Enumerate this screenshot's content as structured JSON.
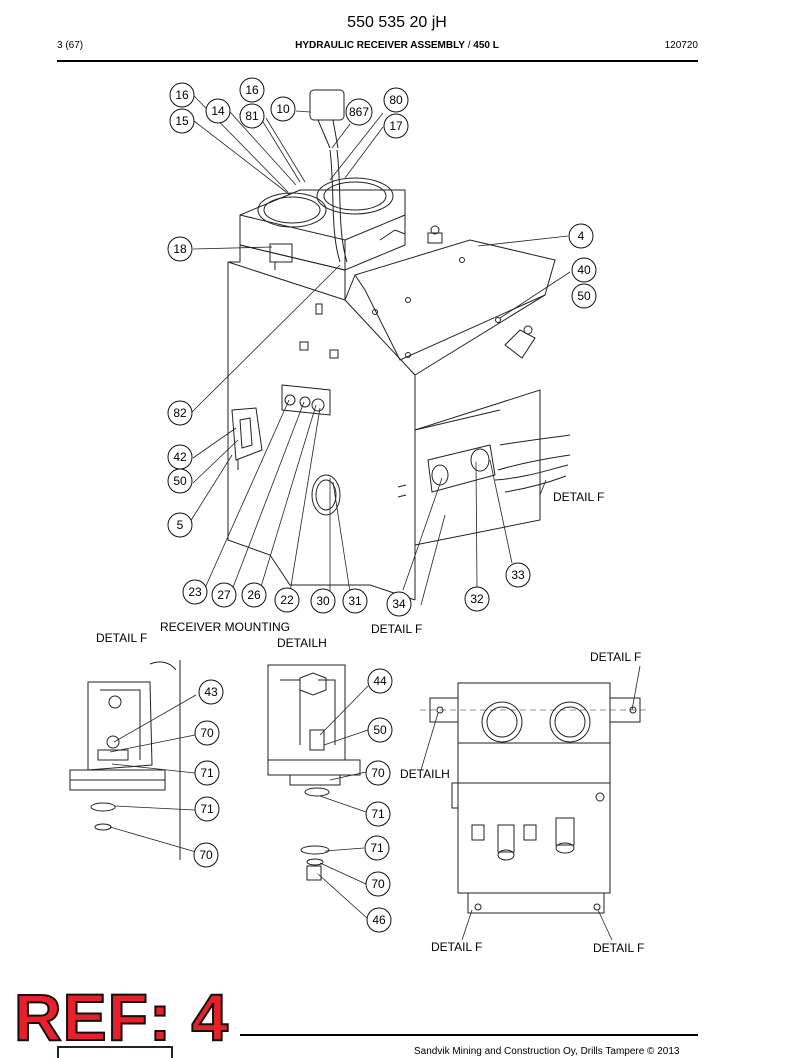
{
  "header": {
    "title": "550 535 20 jH",
    "page": "3 (67)",
    "subtitle_bold": "HYDRAULIC RECEIVER ASSEMBLY",
    "subtitle_sep": " / ",
    "subtitle_end": "450 L",
    "code": "120720"
  },
  "ref_label": "REF: 4",
  "footer_text": "Sandvik Mining and Construction Oy, Drills Tampere © 2013",
  "labels": {
    "detail_f": "DETAIL F",
    "receiver_mounting": "RECEIVER MOUNTING",
    "detail_h": "DETAILH"
  },
  "callouts": {
    "c16a": "16",
    "c15": "15",
    "c14": "14",
    "c16b": "16",
    "c81": "81",
    "c10": "10",
    "c867": "867",
    "c80": "80",
    "c17": "17",
    "c18": "18",
    "c4": "4",
    "c40": "40",
    "c50a": "50",
    "c82": "82",
    "c42": "42",
    "c50b": "50",
    "c5": "5",
    "c23": "23",
    "c27": "27",
    "c26": "26",
    "c22": "22",
    "c30": "30",
    "c31": "31",
    "c34": "34",
    "c32": "32",
    "c33": "33",
    "d43": "43",
    "d70a": "70",
    "d71a": "71",
    "d71b": "71",
    "d70b": "70",
    "h44": "44",
    "h50": "50",
    "h70a": "70",
    "h71a": "71",
    "h71b": "71",
    "h70b": "70",
    "h46": "46"
  }
}
